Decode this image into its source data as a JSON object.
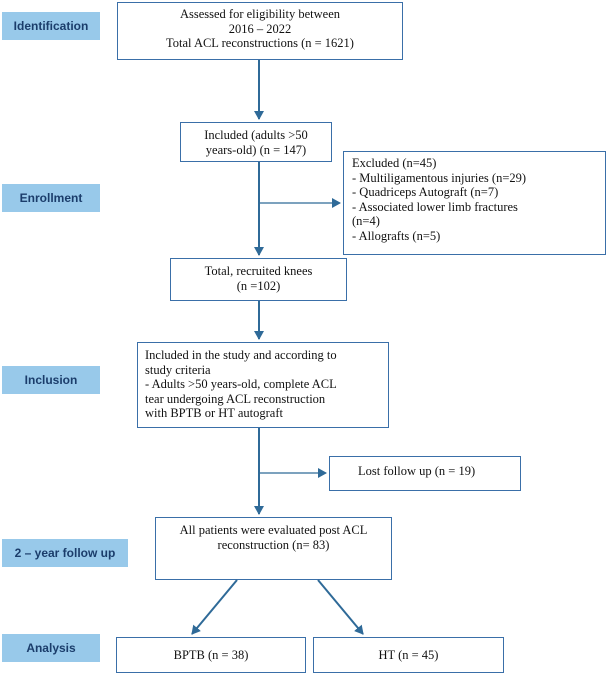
{
  "stages": {
    "identification": "Identification",
    "enrollment": "Enrollment",
    "inclusion": "Inclusion",
    "followup": "2 – year follow up",
    "analysis": "Analysis"
  },
  "boxes": {
    "assessed": {
      "lines": [
        "Assessed for eligibility between",
        "2016 – 2022",
        "Total ACL reconstructions (n = 1621)"
      ]
    },
    "included": {
      "lines": [
        "Included (adults >50",
        "years-old) (n = 147)"
      ]
    },
    "excluded": {
      "lines": [
        "Excluded  (n=45)",
        "- Multiligamentous injuries (n=29)",
        "- Quadriceps Autograft  (n=7)",
        "- Associated lower limb fractures",
        "(n=4)",
        "- Allografts (n=5)"
      ]
    },
    "recruited": {
      "lines": [
        "Total, recruited knees",
        "(n =102)"
      ]
    },
    "study": {
      "lines": [
        "Included in the study and according to",
        "study criteria",
        "- Adults >50 years-old, complete ACL",
        "tear undergoing ACL reconstruction",
        "with BPTB or HT autograft"
      ]
    },
    "lost": {
      "lines": [
        "Lost follow up (n = 19)"
      ]
    },
    "evaluated": {
      "lines": [
        "All patients were evaluated post ACL",
        "reconstruction (n= 83)"
      ]
    },
    "bptb": {
      "lines": [
        "BPTB (n = 38)"
      ]
    },
    "ht": {
      "lines": [
        "HT (n = 45)"
      ]
    }
  },
  "colors": {
    "box_border": "#3a6fa8",
    "arrow": "#2f6a98",
    "stage_fill": "#98c9ea",
    "stage_text": "#1b3d6b"
  }
}
